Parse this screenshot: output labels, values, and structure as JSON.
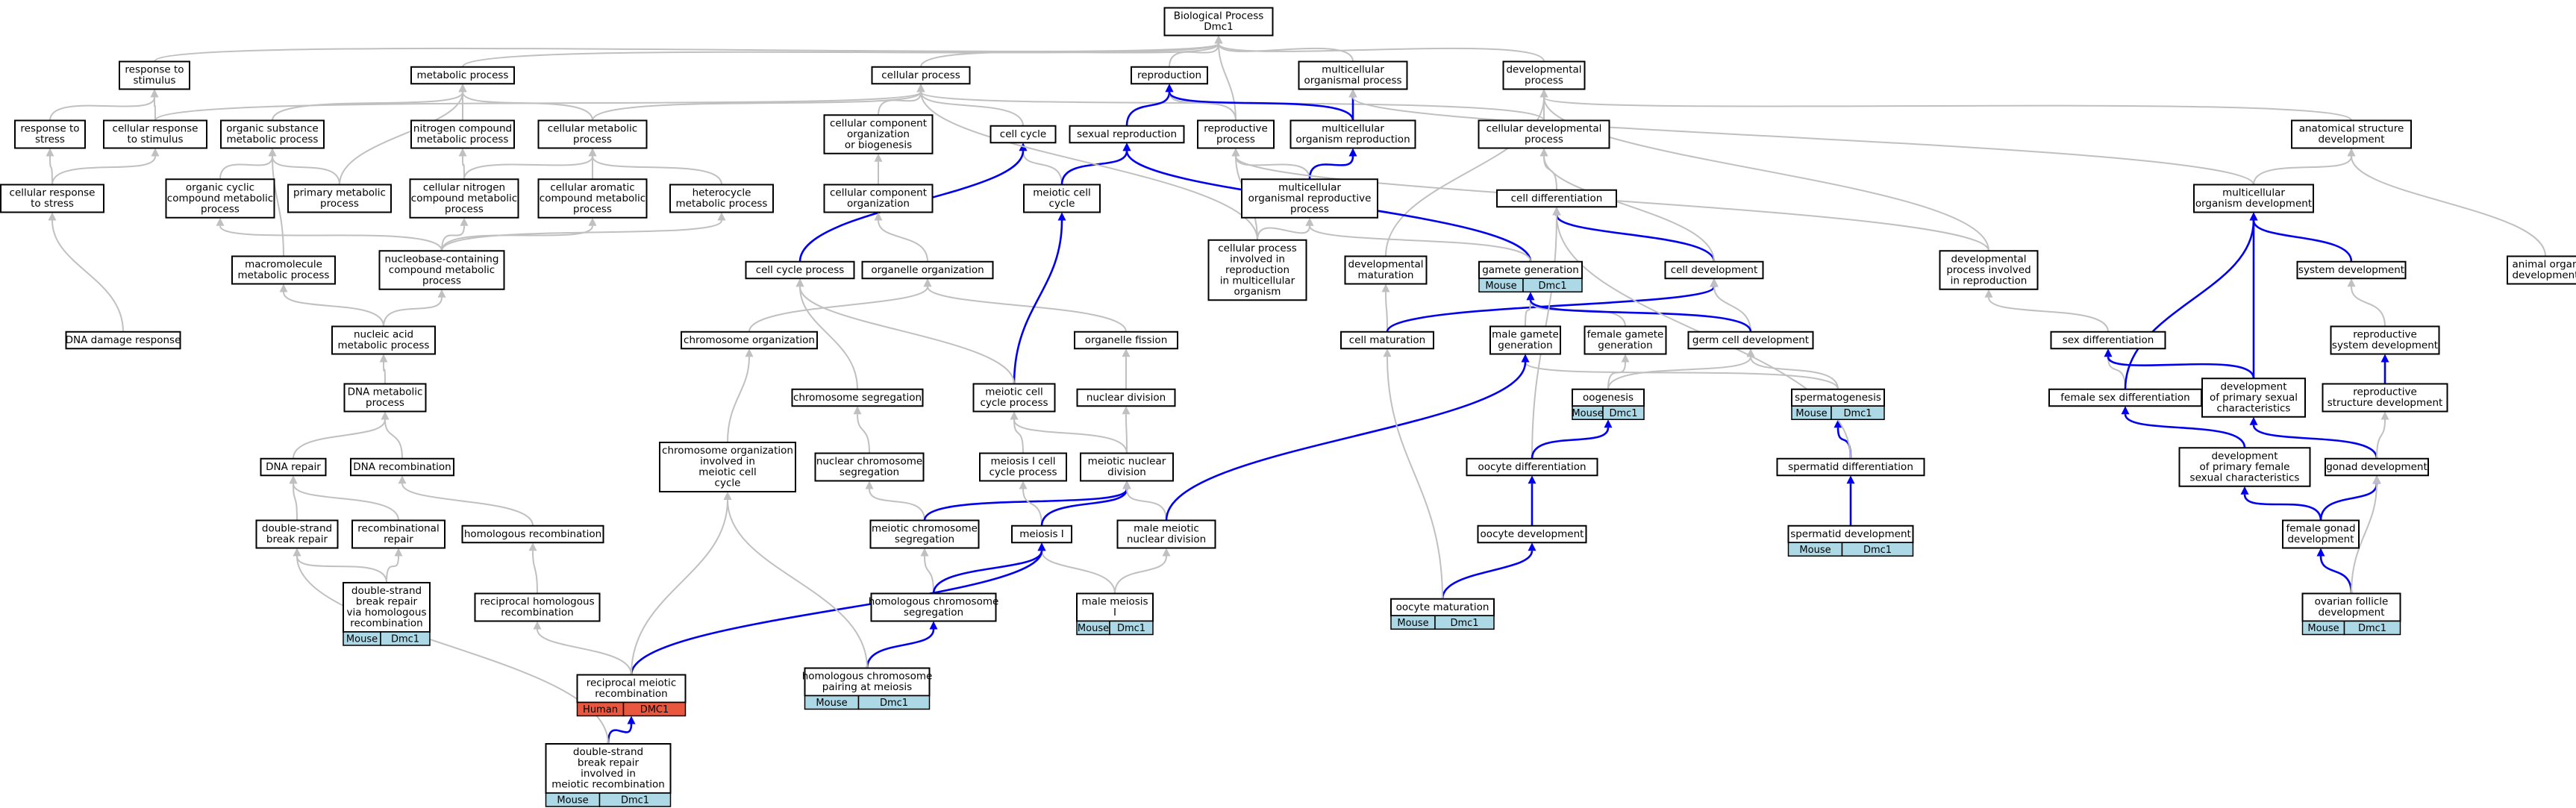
{
  "nodes": [
    {
      "id": "bp",
      "lines": [
        "Biological Process",
        "Dmc1"
      ]
    },
    {
      "id": "rts",
      "lines": [
        "response to",
        "stimulus"
      ]
    },
    {
      "id": "mp",
      "lines": [
        "metabolic process"
      ]
    },
    {
      "id": "cp",
      "lines": [
        "cellular process"
      ]
    },
    {
      "id": "repro",
      "lines": [
        "reproduction"
      ]
    },
    {
      "id": "mop",
      "lines": [
        "multicellular",
        "organismal process"
      ]
    },
    {
      "id": "dp",
      "lines": [
        "developmental",
        "process"
      ]
    },
    {
      "id": "rtstress",
      "lines": [
        "response to",
        "stress"
      ]
    },
    {
      "id": "crts",
      "lines": [
        "cellular response",
        "to stimulus"
      ]
    },
    {
      "id": "osmp",
      "lines": [
        "organic substance",
        "metabolic process"
      ]
    },
    {
      "id": "ncmp",
      "lines": [
        "nitrogen compound",
        "metabolic process"
      ]
    },
    {
      "id": "cmp",
      "lines": [
        "cellular metabolic",
        "process"
      ]
    },
    {
      "id": "ccob",
      "lines": [
        "cellular component",
        "organization",
        "or biogenesis"
      ]
    },
    {
      "id": "cc",
      "lines": [
        "cell cycle"
      ]
    },
    {
      "id": "sr",
      "lines": [
        "sexual reproduction"
      ]
    },
    {
      "id": "rp",
      "lines": [
        "reproductive",
        "process"
      ]
    },
    {
      "id": "mor",
      "lines": [
        "multicellular",
        "organism reproduction"
      ]
    },
    {
      "id": "cdp",
      "lines": [
        "cellular developmental",
        "process"
      ]
    },
    {
      "id": "asd",
      "lines": [
        "anatomical structure",
        "development"
      ]
    },
    {
      "id": "crstress",
      "lines": [
        "cellular response",
        "to stress"
      ]
    },
    {
      "id": "occmp",
      "lines": [
        "organic cyclic",
        "compound metabolic",
        "process"
      ]
    },
    {
      "id": "pmp",
      "lines": [
        "primary metabolic",
        "process"
      ]
    },
    {
      "id": "cncmp",
      "lines": [
        "cellular nitrogen",
        "compound metabolic",
        "process"
      ]
    },
    {
      "id": "cacmp",
      "lines": [
        "cellular aromatic",
        "compound metabolic",
        "process"
      ]
    },
    {
      "id": "hmp",
      "lines": [
        "heterocycle",
        "metabolic process"
      ]
    },
    {
      "id": "cco",
      "lines": [
        "cellular component",
        "organization"
      ]
    },
    {
      "id": "mcc",
      "lines": [
        "meiotic cell",
        "cycle"
      ]
    },
    {
      "id": "morp",
      "lines": [
        "multicellular",
        "organismal reproductive",
        "process"
      ]
    },
    {
      "id": "cdiff",
      "lines": [
        "cell differentiation"
      ]
    },
    {
      "id": "mod",
      "lines": [
        "multicellular",
        "organism development"
      ]
    },
    {
      "id": "macmp",
      "lines": [
        "macromolecule",
        "metabolic process"
      ]
    },
    {
      "id": "nccmp",
      "lines": [
        "nucleobase-containing",
        "compound metabolic",
        "process"
      ]
    },
    {
      "id": "ccp",
      "lines": [
        "cell cycle process"
      ]
    },
    {
      "id": "oo",
      "lines": [
        "organelle organization"
      ]
    },
    {
      "id": "cpimo",
      "lines": [
        "cellular process",
        "involved in",
        "reproduction",
        "in multicellular",
        "organism"
      ]
    },
    {
      "id": "devmat",
      "lines": [
        "developmental",
        "maturation"
      ]
    },
    {
      "id": "gg",
      "lines": [
        "gamete generation"
      ],
      "badges": [
        {
          "species": "Mouse",
          "gene": "Dmc1"
        }
      ]
    },
    {
      "id": "cdev",
      "lines": [
        "cell development"
      ]
    },
    {
      "id": "dpir",
      "lines": [
        "developmental",
        "process involved",
        "in reproduction"
      ]
    },
    {
      "id": "sysdev",
      "lines": [
        "system development"
      ]
    },
    {
      "id": "aod",
      "lines": [
        "animal organ",
        "development"
      ]
    },
    {
      "id": "namp",
      "lines": [
        "nucleic acid",
        "metabolic process"
      ]
    },
    {
      "id": "dnadr",
      "lines": [
        "DNA damage response"
      ]
    },
    {
      "id": "chro",
      "lines": [
        "chromosome organization"
      ]
    },
    {
      "id": "of",
      "lines": [
        "organelle fission"
      ]
    },
    {
      "id": "cm",
      "lines": [
        "cell maturation"
      ]
    },
    {
      "id": "mgg",
      "lines": [
        "male gamete",
        "generation"
      ]
    },
    {
      "id": "fgg",
      "lines": [
        "female gamete",
        "generation"
      ]
    },
    {
      "id": "gcd",
      "lines": [
        "germ cell development"
      ]
    },
    {
      "id": "sexd",
      "lines": [
        "sex differentiation"
      ]
    },
    {
      "id": "rsd",
      "lines": [
        "reproductive",
        "system development"
      ]
    },
    {
      "id": "dnamp",
      "lines": [
        "DNA metabolic",
        "process"
      ]
    },
    {
      "id": "cs",
      "lines": [
        "chromosome segregation"
      ]
    },
    {
      "id": "mccp",
      "lines": [
        "meiotic cell",
        "cycle process"
      ]
    },
    {
      "id": "nd",
      "lines": [
        "nuclear division"
      ]
    },
    {
      "id": "oog",
      "lines": [
        "oogenesis"
      ],
      "badges": [
        {
          "species": "Mouse",
          "gene": "Dmc1"
        }
      ]
    },
    {
      "id": "spg",
      "lines": [
        "spermatogenesis"
      ],
      "badges": [
        {
          "species": "Mouse",
          "gene": "Dmc1"
        }
      ]
    },
    {
      "id": "fsd",
      "lines": [
        "female sex differentiation"
      ]
    },
    {
      "id": "dpsc",
      "lines": [
        "development",
        "of primary sexual",
        "characteristics"
      ]
    },
    {
      "id": "rstd",
      "lines": [
        "reproductive",
        "structure development"
      ]
    },
    {
      "id": "dnarep",
      "lines": [
        "DNA repair"
      ]
    },
    {
      "id": "dnarec",
      "lines": [
        "DNA recombination"
      ]
    },
    {
      "id": "coim",
      "lines": [
        "chromosome organization",
        "involved in",
        "meiotic cell",
        "cycle"
      ]
    },
    {
      "id": "ncs",
      "lines": [
        "nuclear chromosome",
        "segregation"
      ]
    },
    {
      "id": "m1ccp",
      "lines": [
        "meiosis I cell",
        "cycle process"
      ]
    },
    {
      "id": "mnd",
      "lines": [
        "meiotic nuclear",
        "division"
      ]
    },
    {
      "id": "oodiff",
      "lines": [
        "oocyte differentiation"
      ]
    },
    {
      "id": "sptdiff",
      "lines": [
        "spermatid differentiation"
      ]
    },
    {
      "id": "dpfsc",
      "lines": [
        "development",
        "of primary female",
        "sexual characteristics"
      ]
    },
    {
      "id": "gonad",
      "lines": [
        "gonad development"
      ]
    },
    {
      "id": "dsbr",
      "lines": [
        "double-strand",
        "break repair"
      ]
    },
    {
      "id": "recrep",
      "lines": [
        "recombinational",
        "repair"
      ]
    },
    {
      "id": "hr",
      "lines": [
        "homologous recombination"
      ]
    },
    {
      "id": "mchs",
      "lines": [
        "meiotic chromosome",
        "segregation"
      ]
    },
    {
      "id": "m1",
      "lines": [
        "meiosis I"
      ]
    },
    {
      "id": "mmnd",
      "lines": [
        "male meiotic",
        "nuclear division"
      ]
    },
    {
      "id": "oodev",
      "lines": [
        "oocyte development"
      ]
    },
    {
      "id": "sptdev",
      "lines": [
        "spermatid development"
      ],
      "badges": [
        {
          "species": "Mouse",
          "gene": "Dmc1"
        }
      ]
    },
    {
      "id": "fgd",
      "lines": [
        "female gonad",
        "development"
      ]
    },
    {
      "id": "dsbrhr",
      "lines": [
        "double-strand",
        "break repair",
        "via homologous",
        "recombination"
      ],
      "badges": [
        {
          "species": "Mouse",
          "gene": "Dmc1"
        }
      ]
    },
    {
      "id": "rhr",
      "lines": [
        "reciprocal homologous",
        "recombination"
      ]
    },
    {
      "id": "hcs",
      "lines": [
        "homologous chromosome",
        "segregation"
      ]
    },
    {
      "id": "mm1",
      "lines": [
        "male meiosis",
        "I"
      ],
      "badges": [
        {
          "species": "Mouse",
          "gene": "Dmc1"
        }
      ]
    },
    {
      "id": "oomat",
      "lines": [
        "oocyte maturation"
      ],
      "badges": [
        {
          "species": "Mouse",
          "gene": "Dmc1"
        }
      ]
    },
    {
      "id": "ofd",
      "lines": [
        "ovarian follicle",
        "development"
      ],
      "badges": [
        {
          "species": "Mouse",
          "gene": "Dmc1"
        }
      ]
    },
    {
      "id": "rmr",
      "lines": [
        "reciprocal meiotic",
        "recombination"
      ],
      "badges": [
        {
          "species": "Human",
          "gene": "DMC1"
        }
      ]
    },
    {
      "id": "hcpm",
      "lines": [
        "homologous chromosome",
        "pairing at meiosis"
      ],
      "badges": [
        {
          "species": "Mouse",
          "gene": "Dmc1"
        }
      ]
    },
    {
      "id": "dsbrim",
      "lines": [
        "double-strand",
        "break repair",
        "involved in",
        "meiotic recombination"
      ],
      "badges": [
        {
          "species": "Mouse",
          "gene": "Dmc1"
        }
      ]
    }
  ],
  "edges": [
    [
      "rts",
      "bp",
      "g"
    ],
    [
      "mp",
      "bp",
      "g"
    ],
    [
      "cp",
      "bp",
      "g"
    ],
    [
      "repro",
      "bp",
      "g"
    ],
    [
      "mop",
      "bp",
      "g"
    ],
    [
      "dp",
      "bp",
      "g"
    ],
    [
      "rp",
      "bp",
      "g"
    ],
    [
      "rtstress",
      "rts",
      "g"
    ],
    [
      "crts",
      "rts",
      "g"
    ],
    [
      "crts",
      "cp",
      "g"
    ],
    [
      "osmp",
      "mp",
      "g"
    ],
    [
      "ncmp",
      "mp",
      "g"
    ],
    [
      "cmp",
      "mp",
      "g"
    ],
    [
      "cmp",
      "cp",
      "g"
    ],
    [
      "pmp",
      "mp",
      "g"
    ],
    [
      "ccob",
      "cp",
      "g"
    ],
    [
      "cc",
      "cp",
      "g"
    ],
    [
      "cdp",
      "cp",
      "g"
    ],
    [
      "cdp",
      "dp",
      "g"
    ],
    [
      "sr",
      "repro",
      "b"
    ],
    [
      "rp",
      "repro",
      "g"
    ],
    [
      "mor",
      "repro",
      "b"
    ],
    [
      "mor",
      "mop",
      "b"
    ],
    [
      "asd",
      "dp",
      "g"
    ],
    [
      "crstress",
      "rtstress",
      "g"
    ],
    [
      "crstress",
      "crts",
      "g"
    ],
    [
      "occmp",
      "osmp",
      "g"
    ],
    [
      "pmp",
      "osmp",
      "g"
    ],
    [
      "cncmp",
      "ncmp",
      "g"
    ],
    [
      "cncmp",
      "cmp",
      "g"
    ],
    [
      "cacmp",
      "cmp",
      "g"
    ],
    [
      "hmp",
      "cmp",
      "g"
    ],
    [
      "cco",
      "ccob",
      "g"
    ],
    [
      "mcc",
      "cc",
      "g"
    ],
    [
      "mcc",
      "sr",
      "b"
    ],
    [
      "morp",
      "rp",
      "g"
    ],
    [
      "morp",
      "mor",
      "b"
    ],
    [
      "cdiff",
      "cdp",
      "g"
    ],
    [
      "mod",
      "asd",
      "g"
    ],
    [
      "mod",
      "mop",
      "g"
    ],
    [
      "macmp",
      "osmp",
      "g"
    ],
    [
      "nccmp",
      "occmp",
      "g"
    ],
    [
      "nccmp",
      "cncmp",
      "g"
    ],
    [
      "nccmp",
      "cacmp",
      "g"
    ],
    [
      "nccmp",
      "hmp",
      "g"
    ],
    [
      "ccp",
      "cc",
      "b"
    ],
    [
      "oo",
      "cco",
      "g"
    ],
    [
      "cpimo",
      "cp",
      "g"
    ],
    [
      "cpimo",
      "morp",
      "g"
    ],
    [
      "cpimo",
      "rp",
      "g"
    ],
    [
      "devmat",
      "dp",
      "g"
    ],
    [
      "gg",
      "sr",
      "b"
    ],
    [
      "gg",
      "morp",
      "g"
    ],
    [
      "cdev",
      "cdiff",
      "b"
    ],
    [
      "cdev",
      "cdp",
      "g"
    ],
    [
      "dpir",
      "dp",
      "g"
    ],
    [
      "dpir",
      "rp",
      "g"
    ],
    [
      "sysdev",
      "mod",
      "b"
    ],
    [
      "aod",
      "asd",
      "g"
    ],
    [
      "namp",
      "macmp",
      "g"
    ],
    [
      "namp",
      "nccmp",
      "g"
    ],
    [
      "dnadr",
      "crstress",
      "g"
    ],
    [
      "chro",
      "oo",
      "g"
    ],
    [
      "of",
      "oo",
      "g"
    ],
    [
      "cm",
      "devmat",
      "g"
    ],
    [
      "cm",
      "cdev",
      "b"
    ],
    [
      "mgg",
      "gg",
      "g"
    ],
    [
      "fgg",
      "gg",
      "g"
    ],
    [
      "gcd",
      "cdev",
      "g"
    ],
    [
      "gcd",
      "gg",
      "b"
    ],
    [
      "sexd",
      "dpir",
      "g"
    ],
    [
      "rsd",
      "sysdev",
      "g"
    ],
    [
      "dnamp",
      "namp",
      "g"
    ],
    [
      "cs",
      "ccp",
      "g"
    ],
    [
      "mccp",
      "mcc",
      "b"
    ],
    [
      "mccp",
      "ccp",
      "g"
    ],
    [
      "nd",
      "of",
      "g"
    ],
    [
      "oog",
      "fgg",
      "g"
    ],
    [
      "oog",
      "gcd",
      "g"
    ],
    [
      "spg",
      "mgg",
      "g"
    ],
    [
      "spg",
      "gcd",
      "g"
    ],
    [
      "fsd",
      "sexd",
      "g"
    ],
    [
      "fsd",
      "mod",
      "b"
    ],
    [
      "dpsc",
      "sexd",
      "b"
    ],
    [
      "dpsc",
      "mod",
      "b"
    ],
    [
      "rstd",
      "rsd",
      "b"
    ],
    [
      "dnarep",
      "dnamp",
      "g"
    ],
    [
      "dnarec",
      "dnamp",
      "g"
    ],
    [
      "coim",
      "chro",
      "g"
    ],
    [
      "ncs",
      "cs",
      "g"
    ],
    [
      "m1ccp",
      "mccp",
      "g"
    ],
    [
      "mnd",
      "mccp",
      "g"
    ],
    [
      "mnd",
      "nd",
      "g"
    ],
    [
      "oodiff",
      "cdiff",
      "g"
    ],
    [
      "oodiff",
      "oog",
      "b"
    ],
    [
      "sptdiff",
      "spg",
      "b"
    ],
    [
      "sptdiff",
      "cdiff",
      "g"
    ],
    [
      "dpfsc",
      "fsd",
      "b"
    ],
    [
      "gonad",
      "dpsc",
      "b"
    ],
    [
      "gonad",
      "rstd",
      "g"
    ],
    [
      "dsbr",
      "dnarep",
      "g"
    ],
    [
      "recrep",
      "dnarep",
      "g"
    ],
    [
      "hr",
      "dnarec",
      "g"
    ],
    [
      "mchs",
      "ncs",
      "g"
    ],
    [
      "mchs",
      "mnd",
      "b"
    ],
    [
      "m1",
      "m1ccp",
      "g"
    ],
    [
      "m1",
      "mnd",
      "b"
    ],
    [
      "mmnd",
      "mnd",
      "g"
    ],
    [
      "mmnd",
      "mgg",
      "b"
    ],
    [
      "oodev",
      "oodiff",
      "b"
    ],
    [
      "sptdev",
      "sptdiff",
      "b"
    ],
    [
      "fgd",
      "dpfsc",
      "b"
    ],
    [
      "fgd",
      "gonad",
      "b"
    ],
    [
      "dsbrhr",
      "dsbr",
      "g"
    ],
    [
      "dsbrhr",
      "recrep",
      "g"
    ],
    [
      "rhr",
      "hr",
      "g"
    ],
    [
      "hcs",
      "mchs",
      "g"
    ],
    [
      "hcs",
      "m1",
      "b"
    ],
    [
      "mm1",
      "m1",
      "g"
    ],
    [
      "mm1",
      "mmnd",
      "g"
    ],
    [
      "oomat",
      "oodev",
      "b"
    ],
    [
      "oomat",
      "cm",
      "g"
    ],
    [
      "ofd",
      "fgd",
      "b"
    ],
    [
      "ofd",
      "gonad",
      "g"
    ],
    [
      "rmr",
      "rhr",
      "g"
    ],
    [
      "rmr",
      "m1",
      "b"
    ],
    [
      "rmr",
      "coim",
      "g"
    ],
    [
      "hcpm",
      "hcs",
      "b"
    ],
    [
      "hcpm",
      "coim",
      "g"
    ],
    [
      "dsbrim",
      "rmr",
      "b"
    ],
    [
      "dsbrim",
      "dsbr",
      "g"
    ]
  ]
}
